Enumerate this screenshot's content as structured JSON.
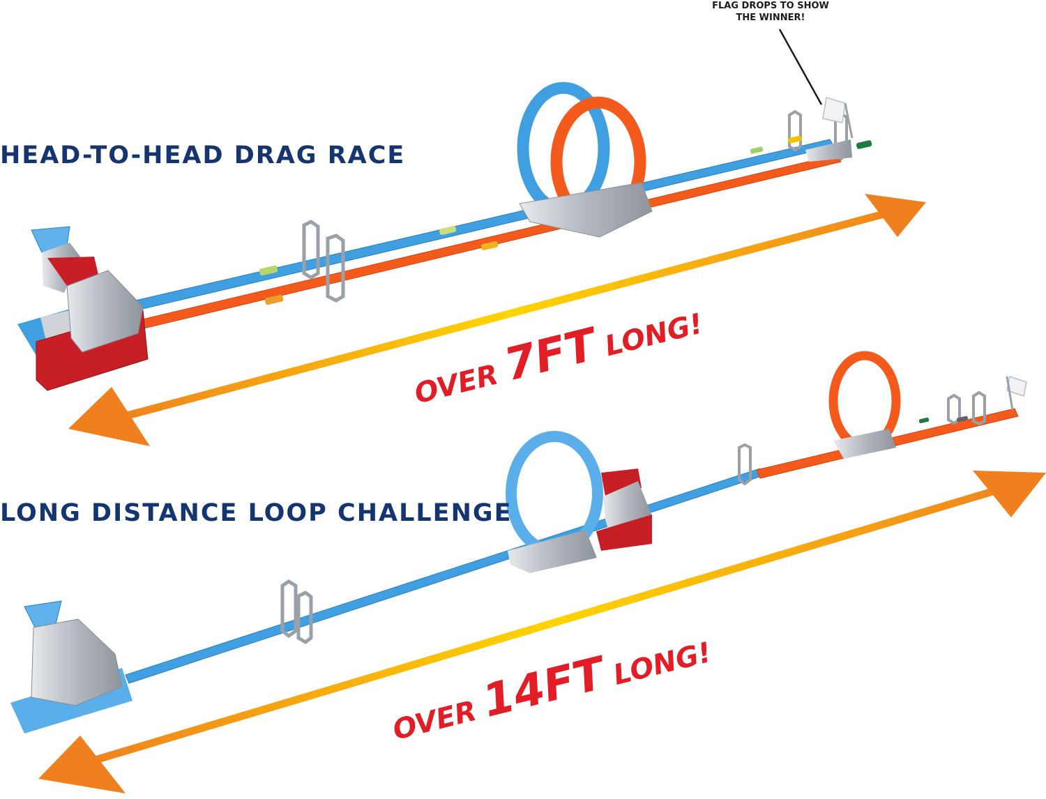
{
  "headings": {
    "race": "HEAD-TO-HEAD DRAG RACE",
    "loop": "LONG DISTANCE LOOP CHALLENGE"
  },
  "callout": {
    "line1": "FLAG DROPS TO SHOW",
    "line2": "THE WINNER!"
  },
  "measure_7ft": {
    "pre": "OVER ",
    "num": "7FT",
    "post": " LONG!"
  },
  "measure_14ft": {
    "pre": "OVER ",
    "num": "14FT",
    "post": " LONG!"
  },
  "colors": {
    "heading": "#14356f",
    "measure_text": "#e31d25",
    "arrow_orange": "#f07f1e",
    "arrow_yellow": "#ffd500",
    "track_blue": "#3f9fe0",
    "track_orange": "#f45a1c",
    "launcher_red": "#c81f26",
    "launcher_silver": "#b3b8bf"
  }
}
